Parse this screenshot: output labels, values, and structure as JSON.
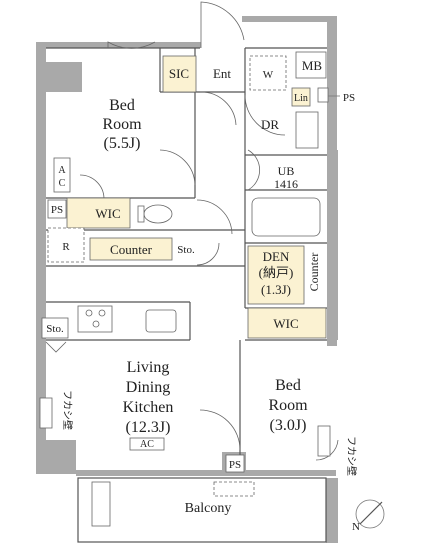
{
  "rooms": {
    "bedroom1": {
      "line1": "Bed",
      "line2": "Room",
      "size": "(5.5J)"
    },
    "bedroom2": {
      "line1": "Bed",
      "line2": "Room",
      "size": "(3.0J)"
    },
    "ldk": {
      "line1": "Living",
      "line2": "Dining",
      "line3": "Kitchen",
      "size": "(12.3J)"
    },
    "den": {
      "line1": "DEN",
      "line2": "(納戸)",
      "size": "(1.3J)"
    },
    "sic": "SIC",
    "entrance": "Ent",
    "mb": "MB",
    "ps_top": "PS",
    "lin": "Lin",
    "w_mark": "W",
    "dr": "DR",
    "ub_name": "UB",
    "ub_size": "1416",
    "wic1": "WIC",
    "wic2": "WIC",
    "ps_left": "PS",
    "ps_bottom": "PS",
    "counter_h": "Counter",
    "counter_v": "Counter",
    "sto1": "Sto.",
    "sto2": "Sto.",
    "fridge": "R",
    "ac1_a": "A",
    "ac1_c": "C",
    "ac2": "AC",
    "fukashi_left": "フカシ壁",
    "fukashi_right": "フカシ壁",
    "balcony": "Balcony",
    "north": "N"
  }
}
